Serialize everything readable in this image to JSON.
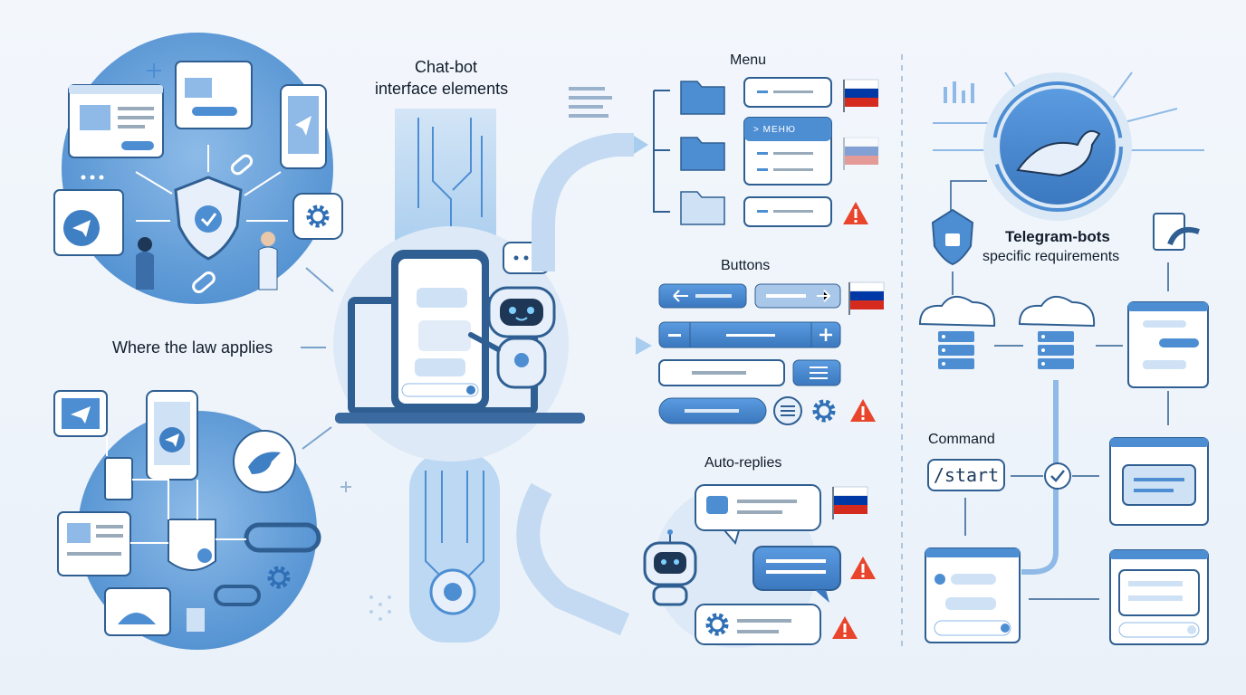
{
  "labels": {
    "chatbot_title_line1": "Chat-bot",
    "chatbot_title_line2": "interface elements",
    "where_law": "Where the law applies",
    "menu": "Menu",
    "menu_badge": "> МЕНЮ",
    "buttons": "Buttons",
    "auto_replies": "Auto-replies",
    "telegram_line1": "Telegram-bots",
    "telegram_line2": "specific requirements",
    "command": "Command",
    "start": "/start"
  },
  "colors": {
    "primary": "#3f7fc4",
    "primary_dark": "#2f5f92",
    "light": "#cfe2f5",
    "pale": "#e7f0fa",
    "warning": "#e8452c",
    "flag_red": "#d52b1e",
    "flag_blue": "#0039a6"
  },
  "icons": [
    "shield-check-icon",
    "telegram-icon",
    "gear-icon",
    "link-icon",
    "dove-icon",
    "robot-icon",
    "folder-icon",
    "warning-icon",
    "russia-flag-icon",
    "server-cloud-icon",
    "lock-shield-icon",
    "check-icon",
    "document-icon"
  ]
}
